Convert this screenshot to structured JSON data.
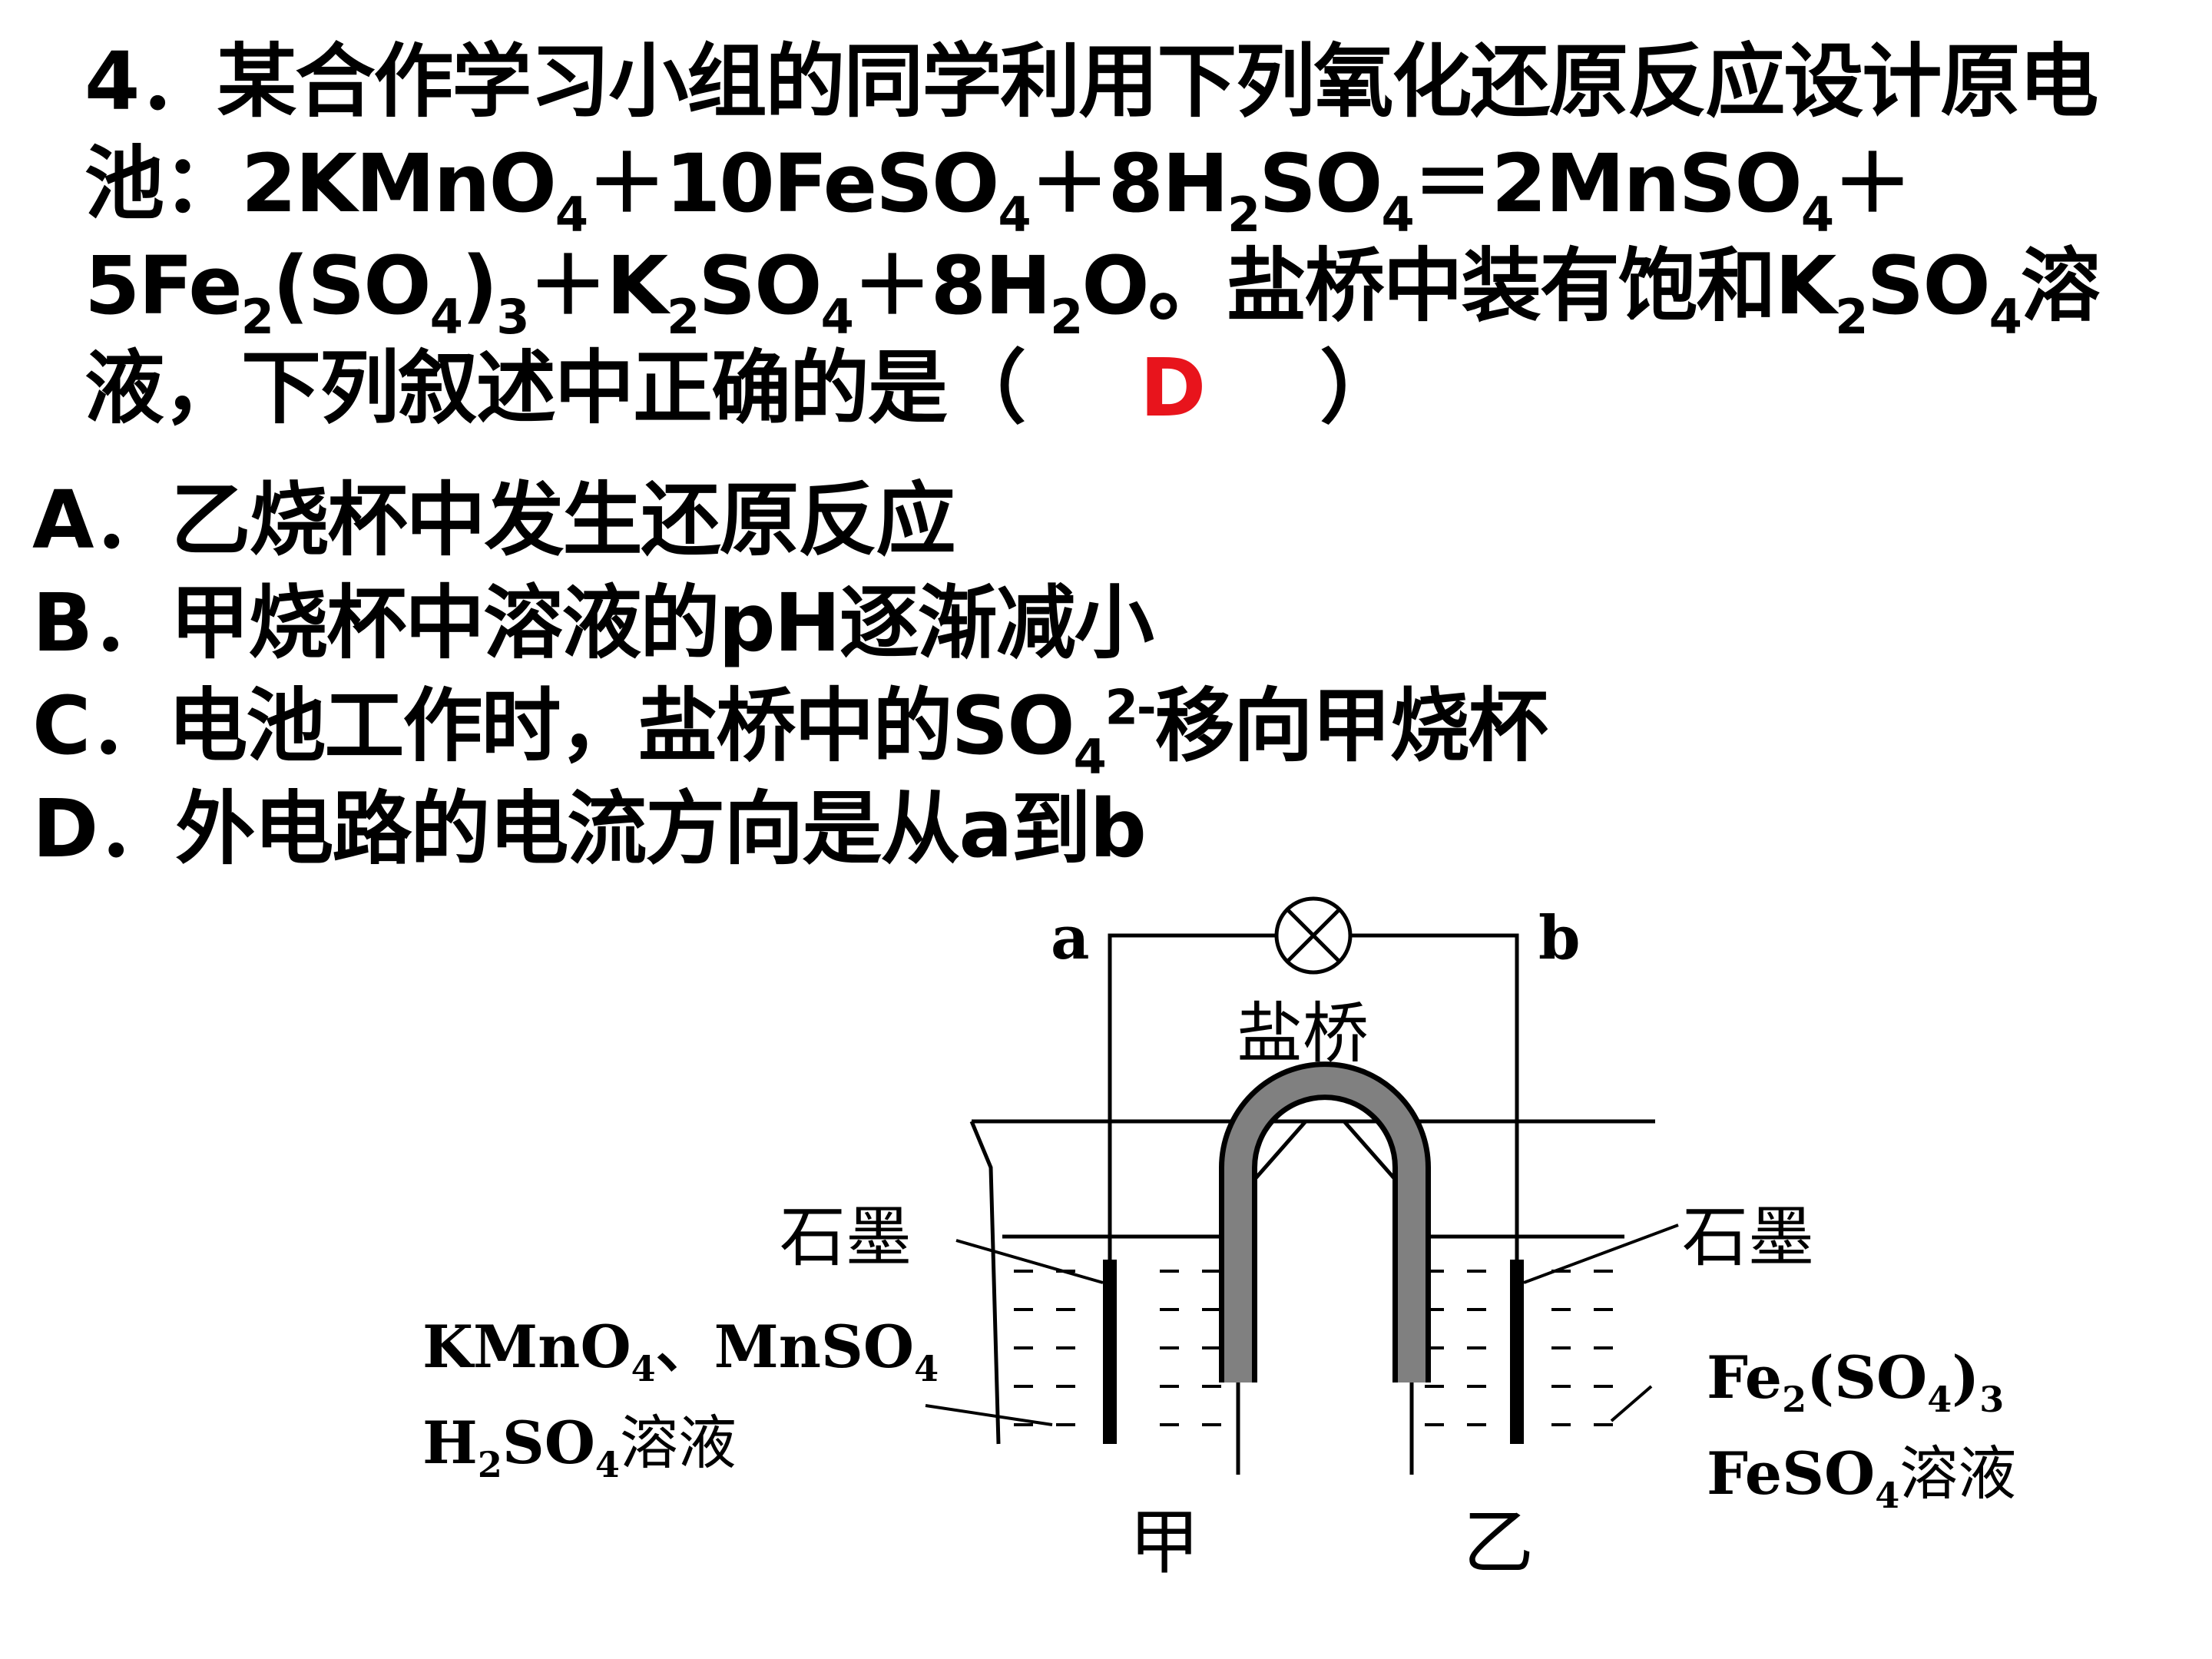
{
  "question": {
    "number": "4．",
    "intro": "某合作学习小组的同学利用下列氧化还原反应设计原电池：",
    "eq": {
      "t1": "2KMnO",
      "s1": "4",
      "t2": "＋10FeSO",
      "s2": "4",
      "t3": "＋8H",
      "s3": "2",
      "t4": "SO",
      "s4": "4",
      "t5": "＝2MnSO",
      "s5": "4",
      "t6": "＋",
      "t7": "5Fe",
      "s7": "2",
      "t8": "(SO",
      "s8": "4",
      "t9": ")",
      "s9": "3",
      "t10": "＋K",
      "s10": "2",
      "t11": "SO",
      "s11": "4",
      "t12": "＋8H",
      "s12": "2",
      "t13": "O。"
    },
    "bridge_text_a": "盐桥中装有饱和K",
    "bridge_sub_a": "2",
    "bridge_text_b": "SO",
    "bridge_sub_b": "4",
    "bridge_text_c": "溶液，下列叙述中正确的是（",
    "close": "）",
    "answer": "D"
  },
  "options": {
    "A": "A．乙烧杯中发生还原反应",
    "B": "B．甲烧杯中溶液的pH逐渐减小",
    "C_pre": "C．电池工作时，盐桥中的SO",
    "C_sub": "4",
    "C_sup": "2-",
    "C_post": "移向甲烧杯",
    "D": "D．外电路的电流方向是从a到b"
  },
  "diagram": {
    "label_a": "a",
    "label_b": "b",
    "salt_bridge": "盐桥",
    "graphite_left": "石墨",
    "graphite_right": "石墨",
    "left_sol_1a": "KMnO",
    "left_sol_1s": "4",
    "left_sol_1b": "、MnSO",
    "left_sol_1t": "4",
    "left_sol_2a": "H",
    "left_sol_2s": "2",
    "left_sol_2b": "SO",
    "left_sol_2t": "4",
    "left_sol_2c": "溶液",
    "right_sol_1a": "Fe",
    "right_sol_1s": "2",
    "right_sol_1b": "(SO",
    "right_sol_1t": "4",
    "right_sol_1c": ")",
    "right_sol_1u": "3",
    "right_sol_2a": "FeSO",
    "right_sol_2s": "4",
    "right_sol_2b": "溶液",
    "beaker_left": "甲",
    "beaker_right": "乙"
  }
}
